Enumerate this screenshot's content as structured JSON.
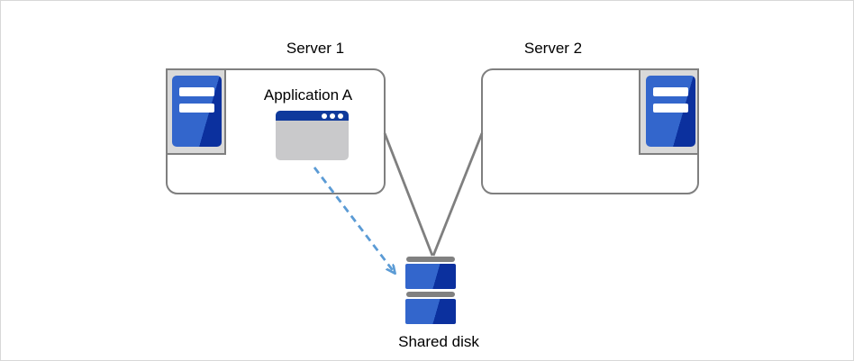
{
  "diagram": {
    "server1": {
      "label": "Server 1"
    },
    "server2": {
      "label": "Server 2"
    },
    "application": {
      "label": "Application A"
    },
    "shared_disk": {
      "label": "Shared disk"
    },
    "icons": {
      "server1_icon": "server-tower-icon",
      "server2_icon": "server-tower-icon",
      "application_icon": "application-window-icon",
      "shared_disk_icon": "stacked-disk-icon"
    },
    "connections": [
      {
        "from": "server1",
        "to": "shared_disk",
        "style": "solid-gray"
      },
      {
        "from": "server2",
        "to": "shared_disk",
        "style": "solid-gray"
      },
      {
        "from": "application",
        "to": "shared_disk",
        "style": "dashed-blue-arrow"
      }
    ]
  },
  "colors": {
    "canvas_border": "#d8d8d8",
    "line_gray": "#7f7f7f",
    "container_gray": "#d9d9d9",
    "accent_light": "#3366cc",
    "accent_dark": "#0b309e",
    "titlebar_blue": "#0f3a9c",
    "window_gray": "#c9c9cb",
    "disk_gray": "#808080",
    "arrow_blue": "#5b9bd5"
  }
}
